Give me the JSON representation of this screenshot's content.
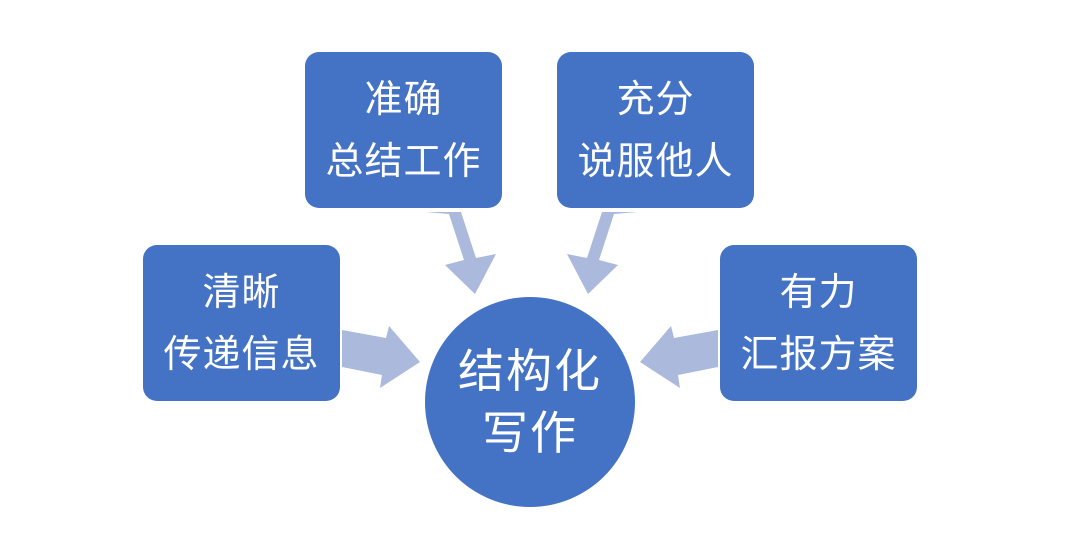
{
  "diagram": {
    "center": {
      "line1": "结构化",
      "line2": "写作"
    },
    "nodes": {
      "top_left": {
        "line1": "准确",
        "line2": "总结工作"
      },
      "top_right": {
        "line1": "充分",
        "line2": "说服他人"
      },
      "left": {
        "line1": "清晰",
        "line2": "传递信息"
      },
      "right": {
        "line1": "有力",
        "line2": "汇报方案"
      }
    },
    "colors": {
      "node_fill": "#4472c4",
      "arrow_fill": "#aab9dc",
      "text": "#ffffff",
      "background": "#ffffff"
    }
  }
}
